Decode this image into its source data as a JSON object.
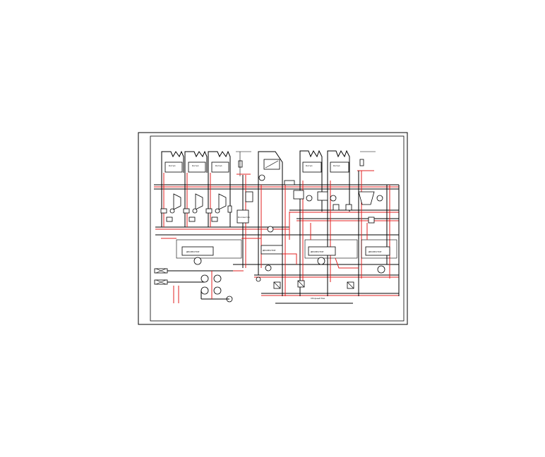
{
  "drawing": {
    "colors": {
      "frame": "#000000",
      "line": "#000000",
      "accent_line": "#e02020",
      "background": "#ffffff"
    },
    "labels": {
      "boiler_1": "Котел",
      "boiler_2": "Котел",
      "boiler_3": "Котел",
      "boiler_4": "Котел",
      "boiler_5": "Котел",
      "collector": "Коллектор",
      "tank_a": "ДЕАЭРАТОР",
      "tank_b": "ДЕАЭРАТОР",
      "tank_c": "ДЕАЭРАТОР",
      "tank_d": "ДЕАЭРАТОР",
      "bottom_label": "Сборный бак"
    }
  }
}
